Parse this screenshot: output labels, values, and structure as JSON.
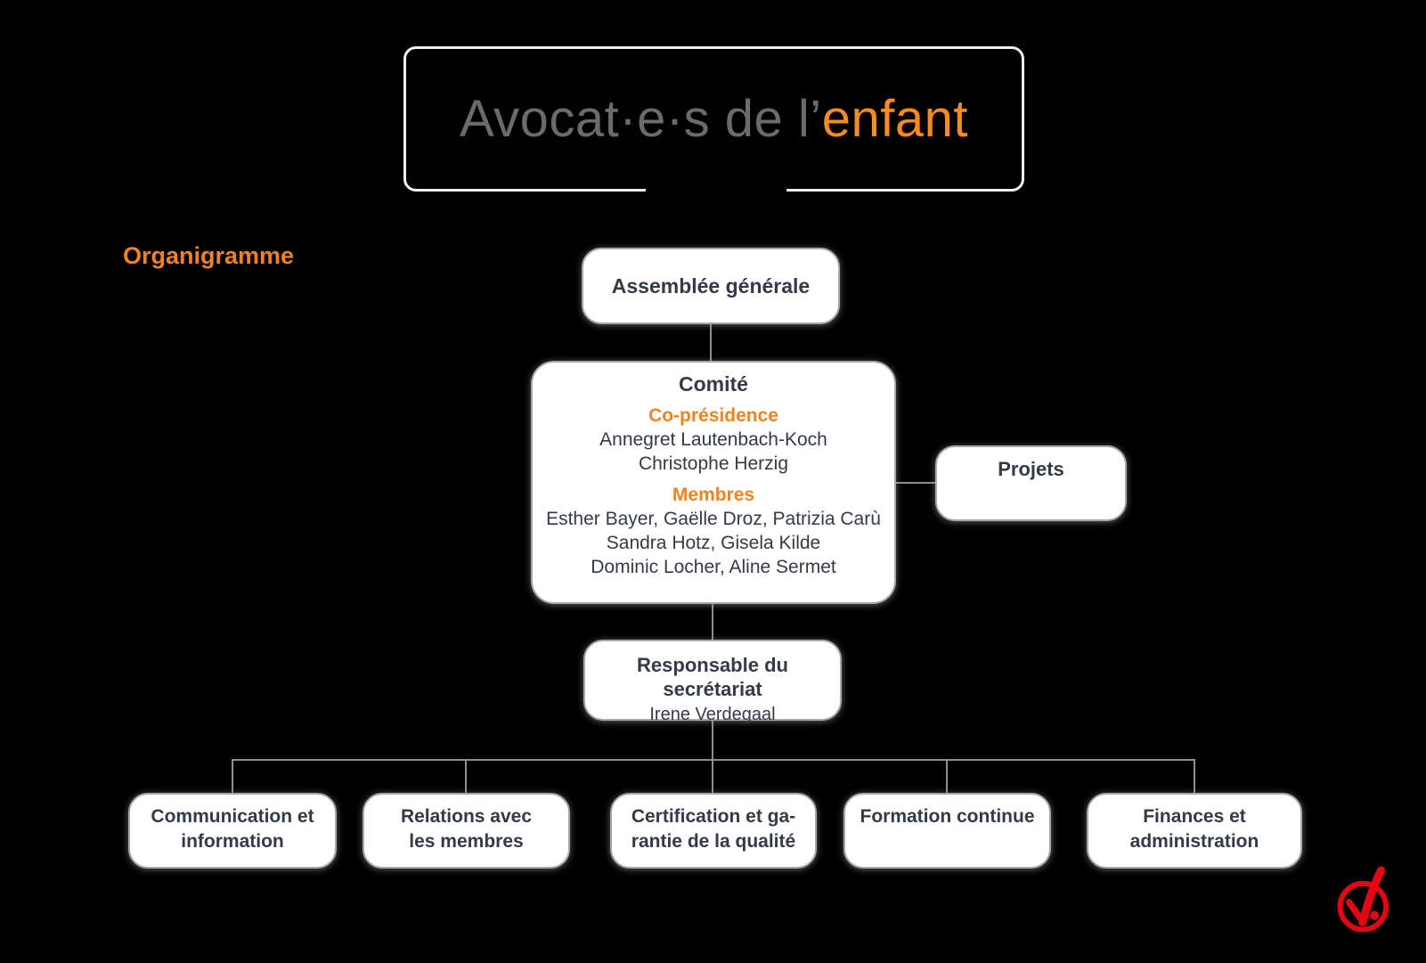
{
  "colors": {
    "bg": "#000000",
    "orange": "#f0831e",
    "logo_orange": "#f78c1e",
    "logo_gray": "#6b6b6b",
    "logo_border": "#efefef",
    "text_dark": "#333b47",
    "line_gray": "#8f8f8f",
    "box_border": "#a8a8a8",
    "box_bg": "#ffffff",
    "check_red": "#e30613"
  },
  "logo": {
    "text_gray": "Avocat·e·s de l’",
    "text_orange": "enfant"
  },
  "page_title": "Organigramme",
  "org": {
    "assemblee": {
      "label": "Assemblée générale"
    },
    "comite": {
      "title": "Comité",
      "sections": [
        {
          "heading": "Co-présidence",
          "lines": [
            "Annegret Lautenbach-Koch",
            "Christophe Herzig"
          ]
        },
        {
          "heading": "Membres",
          "lines": [
            "Esther Bayer, Gaëlle Droz, Patrizia Carù",
            "Sandra Hotz, Gisela Kilde",
            "Dominic Locher, Aline Sermet"
          ]
        }
      ]
    },
    "projets": {
      "label": "Projets"
    },
    "secretariat": {
      "title": "Responsable du secrétariat",
      "name": "Irene Verdegaal"
    },
    "departments": [
      {
        "label": "Communication et\ninformation"
      },
      {
        "label": "Relations avec\nles membres"
      },
      {
        "label": "Certification et ga-\nrantie de la qualité"
      },
      {
        "label": "Formation continue"
      },
      {
        "label": "Finances et\nadministration"
      }
    ]
  }
}
